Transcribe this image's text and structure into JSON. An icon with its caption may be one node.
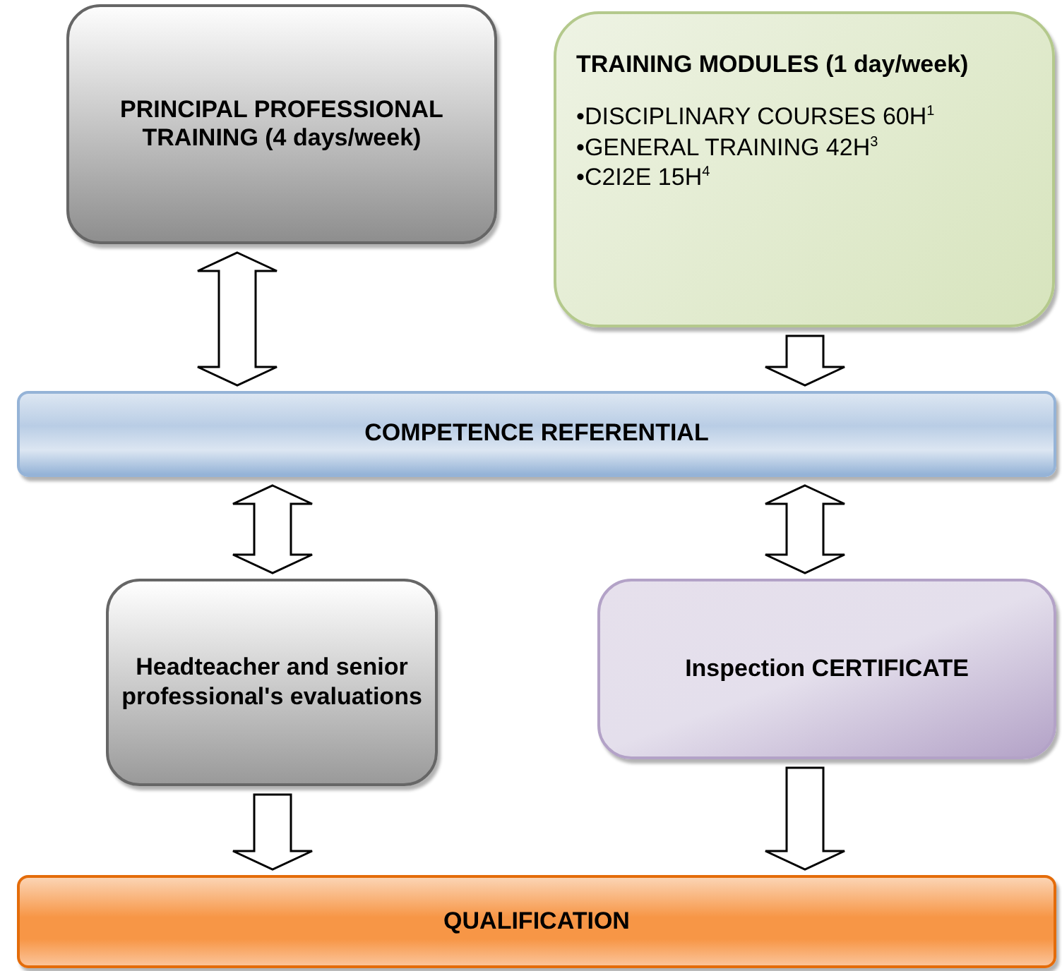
{
  "diagram": {
    "nodes": [
      {
        "text": [
          "PRINCIPAL PROFESSIONAL TRAINING (4 days/week)"
        ]
      },
      {
        "text": [
          "TRAINING MODULES (1 day/week)",
          "•DISCIPLINARY COURSES 60H$^{1}$",
          "•GENERAL TRAINING 42H$^{3}$",
          "•C2I2E 15H$^{4}$"
        ]
      },
      {
        "text": [
          "COMPETENCE REFERENTIAL"
        ]
      },
      {
        "text": [
          "Headteacher and senior professional's evaluations"
        ]
      },
      {
        "text": [
          "Inspection CERTIFICATE"
        ]
      },
      {
        "text": [
          "QUALIFICATION"
        ]
      }
    ],
    "edges": [
      {
        "from": 0,
        "to": 2,
        "arrow": "both"
      },
      {
        "from": 1,
        "to": 2,
        "arrow": "to"
      },
      {
        "from": 2,
        "to": 3,
        "arrow": "both"
      },
      {
        "from": 2,
        "to": 4,
        "arrow": "both"
      },
      {
        "from": 3,
        "to": 5,
        "arrow": "to"
      },
      {
        "from": 4,
        "to": 5,
        "arrow": "to"
      }
    ]
  }
}
